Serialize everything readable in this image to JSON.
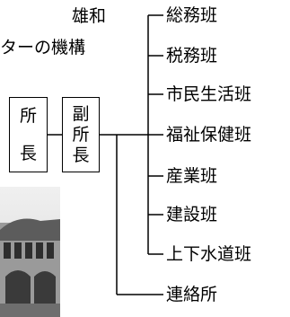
{
  "header": {
    "line1": "雄和",
    "line2": "ターの機構"
  },
  "left_box": {
    "char1": "所",
    "char2": "長"
  },
  "middle_box": {
    "char1": "副",
    "char2": "所",
    "char3": "長"
  },
  "departments": [
    "総務班",
    "税務班",
    "市民生活班",
    "福祉保健班",
    "産業班",
    "建設班",
    "上下水道班",
    "連絡所"
  ]
}
